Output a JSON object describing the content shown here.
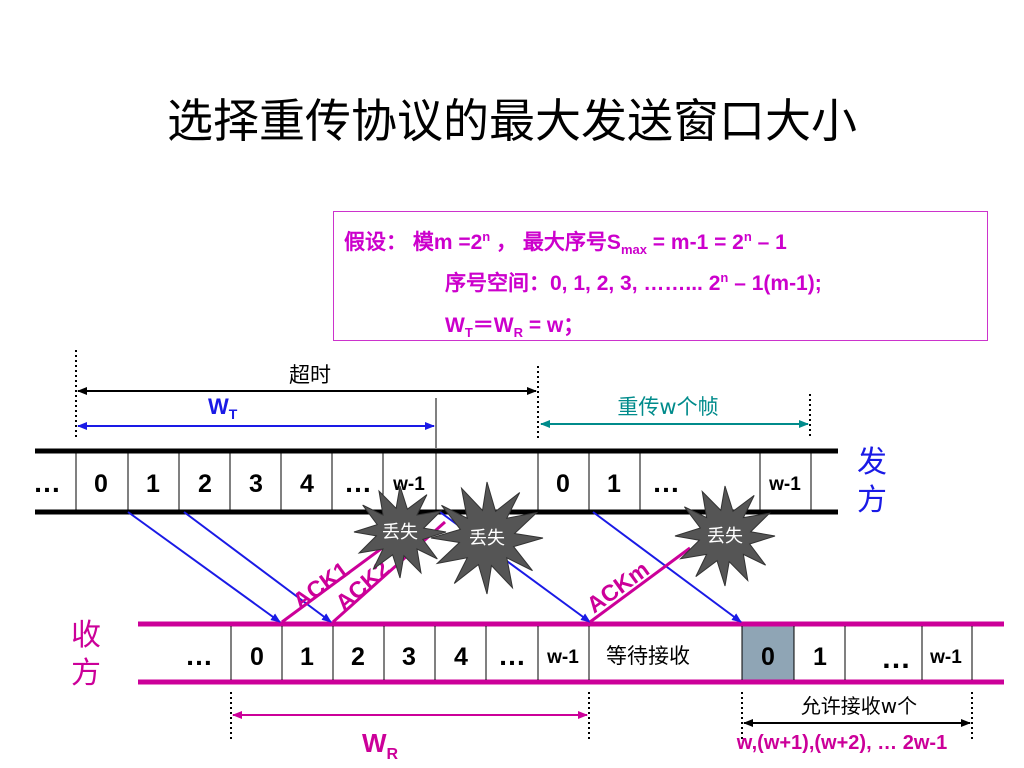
{
  "title": "选择重传协议的最大发送窗口大小",
  "assumption": {
    "line1_prefix": "假设： 模m =2",
    "line1_sup": "n",
    "line1_mid": " ，  最大序号S",
    "line1_sub": "max",
    "line1_suffix": "  = m-1 = 2",
    "line1_sup2": "n",
    "line1_end": " – 1",
    "line2_prefix": "序号空间：0, 1, 2, 3, ……... 2",
    "line2_sup": "n",
    "line2_end": " – 1(m-1);",
    "line3_a": "W",
    "line3_sub1": "T",
    "line3_b": "＝W",
    "line3_sub2": "R",
    "line3_c": " = w；"
  },
  "sender": {
    "label": "发方",
    "cells": [
      "…",
      "0",
      "1",
      "2",
      "3",
      "4",
      "…",
      "w-1",
      "",
      "0",
      "1",
      "…",
      "",
      "w-1"
    ]
  },
  "receiver": {
    "label": "收方",
    "cells": [
      "…",
      "0",
      "1",
      "2",
      "3",
      "4",
      "…",
      "w-1",
      "等待接收",
      "0",
      "1",
      "…",
      "w-1"
    ]
  },
  "labels": {
    "timeout": "超时",
    "wt_main": "W",
    "wt_sub": "T",
    "retransmit": "重传w个帧",
    "lost1": "丢失",
    "lost2": "丢失",
    "lost3": "丢失",
    "ack1": "ACK1",
    "ack2": "ACK2",
    "ackm": "ACKm",
    "wr_main": "W",
    "wr_sub": "R",
    "allow": "允许接收w个",
    "range": "w,(w+1),(w+2), … 2w-1"
  },
  "colors": {
    "sender_bar": "#000000",
    "receiver_bar": "#cc0099",
    "frame_arrow": "#1a1ae6",
    "ack": "#cc0099",
    "wt": "#1a1ae6",
    "retransmit": "#008b8b",
    "highlight_cell": "#8fa5b5",
    "burst": "#555555"
  }
}
